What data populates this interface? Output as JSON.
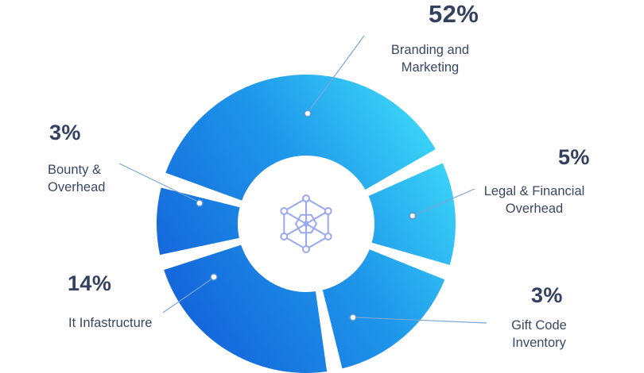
{
  "chart_data": {
    "type": "pie",
    "donut": true,
    "title": "",
    "unit": "%",
    "labels": [
      "Branding and Marketing",
      "Legal & Financial Overhead",
      "Gift Code Inventory",
      "It Infastructure",
      "Bounty & Overhead"
    ],
    "values": [
      52,
      5,
      3,
      14,
      3
    ],
    "segments": [
      {
        "id": "branding",
        "label": "Branding and Marketing",
        "value": 52,
        "pct_label": "52%",
        "line1": "Branding and",
        "line2": "Marketing",
        "start_deg": 290,
        "end_deg": 420
      },
      {
        "id": "legal",
        "label": "Legal & Financial Overhead",
        "value": 5,
        "pct_label": "5%",
        "line1": "Legal & Financial",
        "line2": "Overhead",
        "start_deg": 66,
        "end_deg": 106
      },
      {
        "id": "gift",
        "label": "Gift Code Inventory",
        "value": 3,
        "pct_label": "3%",
        "line1": "Gift Code",
        "line2": "Inventory",
        "start_deg": 112,
        "end_deg": 166
      },
      {
        "id": "it",
        "label": "It Infastructure",
        "value": 14,
        "pct_label": "14%",
        "line1": "It Infastructure",
        "line2": "",
        "start_deg": 172,
        "end_deg": 252
      },
      {
        "id": "bounty",
        "label": "Bounty & Overhead",
        "value": 3,
        "pct_label": "3%",
        "line1": "Bounty &",
        "line2": "Overhead",
        "start_deg": 258,
        "end_deg": 284
      }
    ],
    "gradient_colors": [
      "#135fd8",
      "#1e96ea",
      "#3fdcf9"
    ],
    "text_color": "#344060",
    "leader_line_color": "#7da4d8",
    "anchor_dot_stroke": "#4f93d6",
    "center_icon": "network-nodes-icon",
    "center_icon_color": "#99a8f0",
    "legend_position": "callouts-around-chart",
    "background": "#ffffff"
  }
}
